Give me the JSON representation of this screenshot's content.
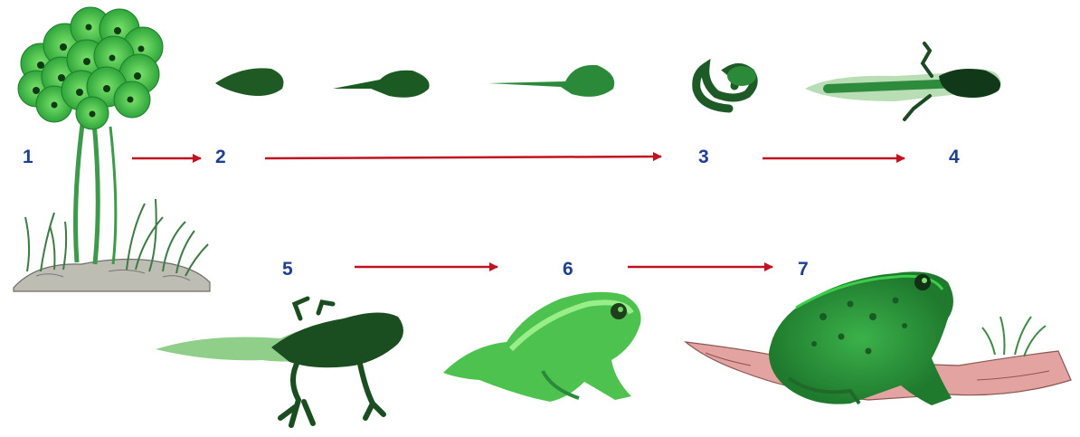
{
  "diagram": {
    "stages": [
      {
        "label": "1",
        "illustration": "frog-eggs-on-grass"
      },
      {
        "label": "2",
        "illustration": "hatching-tadpoles"
      },
      {
        "label": "3",
        "illustration": "curled-tadpole"
      },
      {
        "label": "4",
        "illustration": "tadpole-with-hind-legs"
      },
      {
        "label": "5",
        "illustration": "tadpole-with-four-legs"
      },
      {
        "label": "6",
        "illustration": "young-froglet"
      },
      {
        "label": "7",
        "illustration": "adult-frog-on-log"
      }
    ],
    "arrows": [
      {
        "from": "1",
        "to": "2"
      },
      {
        "from": "2",
        "to": "3"
      },
      {
        "from": "3",
        "to": "4"
      },
      {
        "from": "5",
        "to": "6"
      },
      {
        "from": "6",
        "to": "7"
      }
    ]
  },
  "colors": {
    "label": "#1f3f8f",
    "arrow": "#c1121f",
    "frog_green": "#2ea83a",
    "dark_green": "#123f1a",
    "light_green": "#5fd45a",
    "log": "#e3a3a0",
    "ground": "#b9b9b0"
  }
}
